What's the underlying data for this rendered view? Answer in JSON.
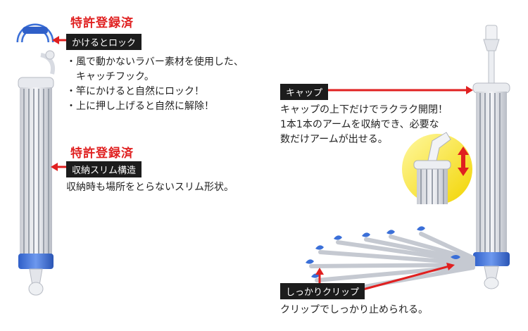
{
  "left_top": {
    "title": "特許登録済",
    "tag": "かけるとロック",
    "bullets": [
      "・風で動かないラバー素材を使用した、",
      "　キャッチフック。",
      "・竿にかけると自然にロック！",
      "・上に押し上げると自然に解除！"
    ]
  },
  "left_bottom": {
    "title": "特許登録済",
    "tag": "収納スリム構造",
    "text": "収納時も場所をとらないスリム形状。"
  },
  "right_top": {
    "tag": "キャップ",
    "lines": [
      "キャップの上下だけでラクラク開閉！",
      "1本1本のアームを収納でき、必要な",
      "数だけアームが出せる。"
    ]
  },
  "right_bottom": {
    "tag": "しっかりクリップ",
    "text": "クリップでしっかり止められる。"
  },
  "colors": {
    "accent_red": "#e02020",
    "tag_bg": "#1c1c1c",
    "product_blue": "#3a6fd8"
  }
}
